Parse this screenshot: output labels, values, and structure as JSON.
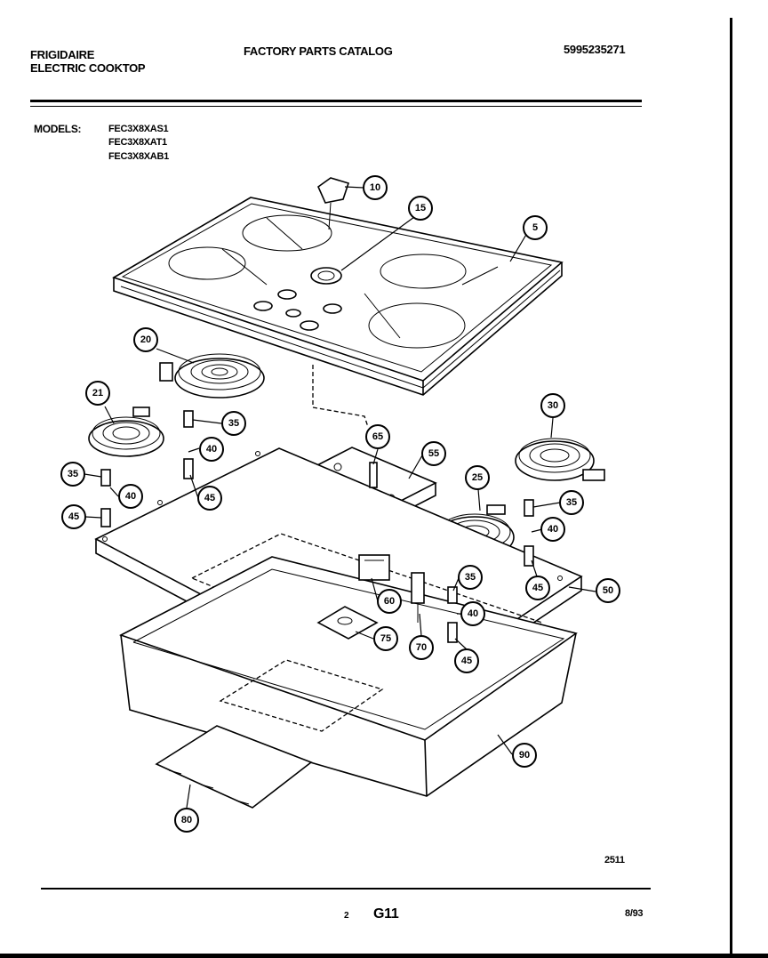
{
  "header": {
    "brand": "FRIGIDAIRE",
    "product": "ELECTRIC COOKTOP",
    "catalog_title": "FACTORY PARTS CATALOG",
    "catalog_number": "5995235271"
  },
  "models": {
    "label": "MODELS:",
    "list": [
      "FEC3X8XAS1",
      "FEC3X8XAT1",
      "FEC3X8XAB1"
    ]
  },
  "callouts": [
    "10",
    "15",
    "5",
    "20",
    "35",
    "21",
    "40",
    "45",
    "35",
    "40",
    "45",
    "65",
    "55",
    "30",
    "25",
    "35",
    "40",
    "45",
    "50",
    "35",
    "40",
    "60",
    "75",
    "70",
    "45",
    "90",
    "80"
  ],
  "footer": {
    "drawing_number": "2511",
    "page": "2",
    "section": "G11",
    "date": "8/93"
  }
}
